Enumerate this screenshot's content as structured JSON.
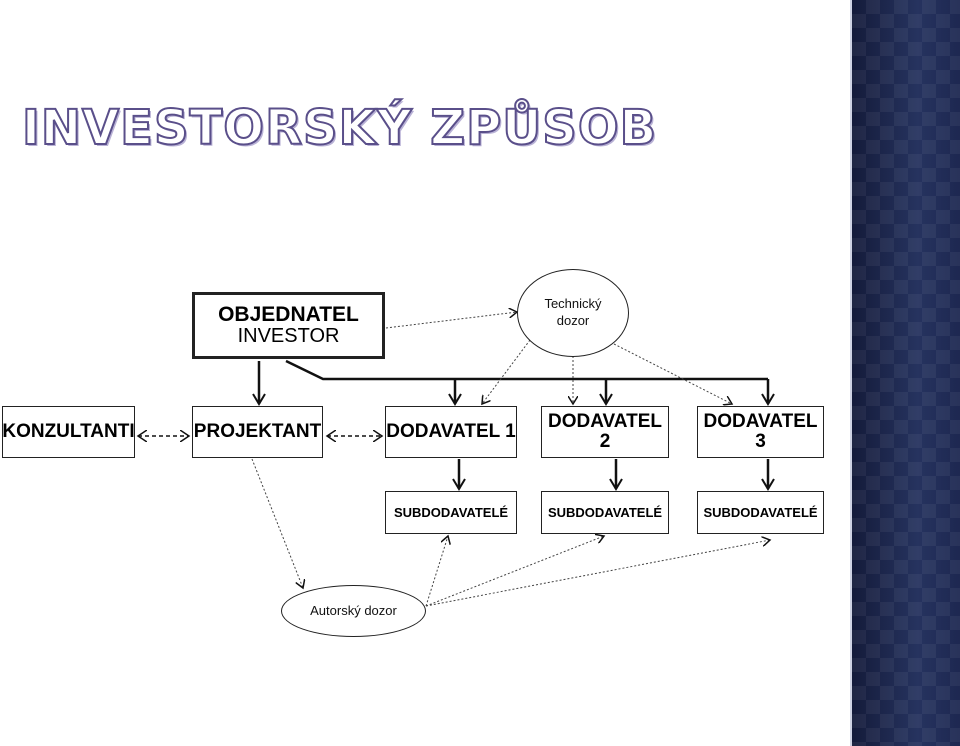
{
  "slide": {
    "title": "INVESTORSKÝ ZPŮSOB",
    "accent_color": "#5a4f8a",
    "panel_color": "#1b2448"
  },
  "diagram": {
    "objednatel": {
      "line1": "OBJEDNATEL",
      "line2": "INVESTOR"
    },
    "konzultanti": "KONZULTANTI",
    "projektant": "PROJEKTANT",
    "dodavatel1": "DODAVATEL 1",
    "dodavatel2": {
      "line1": "DODAVATEL",
      "line2": "2"
    },
    "dodavatel3": {
      "line1": "DODAVATEL",
      "line2": "3"
    },
    "subdodavatele": [
      "SUBDODAVATELÉ",
      "SUBDODAVATELÉ",
      "SUBDODAVATELÉ"
    ],
    "technicky_dozor": {
      "line1": "Technický",
      "line2": "dozor"
    },
    "autorsky_dozor": "Autorský dozor"
  }
}
